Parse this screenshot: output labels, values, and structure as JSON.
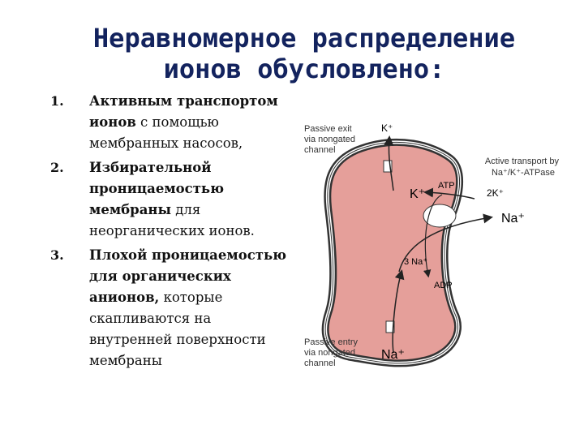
{
  "title": {
    "line1": "Неравномерное распределение",
    "line2": "ионов обусловлено:"
  },
  "list": [
    {
      "number": "1.",
      "bold": "Активным транспортом ионов",
      "normal": "с помощью мембранных насосов,"
    },
    {
      "number": "2.",
      "bold": "Избирательной проницаемостью мембраны",
      "normal": "для неорганических ионов."
    },
    {
      "number": "3.",
      "bold": "Плохой проницаемостью для органических анионов,",
      "normal": "которые скапливаются на внутренней поверхности мембраны"
    }
  ],
  "diagram": {
    "passive_exit": [
      "Passive exit",
      "via nongated",
      "channel"
    ],
    "passive_entry": [
      "Passive entry",
      "via nongated",
      "channel"
    ],
    "active_transport": [
      "Active transport by",
      "Na⁺/K⁺-ATPase"
    ],
    "k_plus_top": "K⁺",
    "k_plus_inside": "K⁺",
    "atp": "ATP",
    "two_k": "2K⁺",
    "na_plus_right": "Na⁺",
    "three_na": "3 Na⁺",
    "adp": "ADP",
    "na_plus_bottom": "Na⁺",
    "colors": {
      "cell_fill": "#e59f9a",
      "membrane": "#333333",
      "title": "#13235e"
    }
  }
}
